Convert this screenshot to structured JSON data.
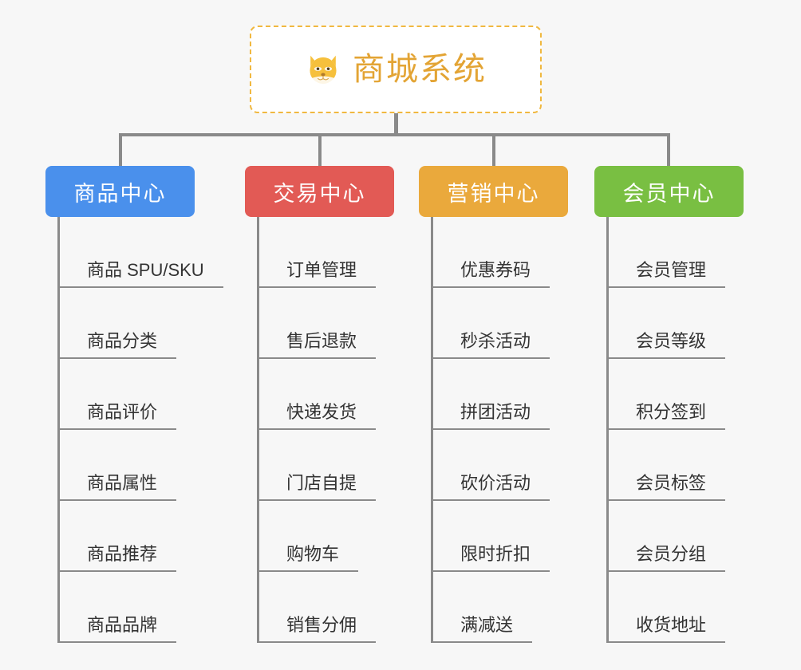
{
  "diagram": {
    "type": "mindmap-org-chart",
    "background_color": "#f7f7f7",
    "root": {
      "title": "商城系统",
      "icon": "shiba-dog-face-emoji",
      "text_color": "#e3a434",
      "border_color": "#f0b840",
      "fill_color": "#ffffff"
    },
    "connector_color": "#8a8a8a",
    "branches": [
      {
        "label": "商品中心",
        "color": "#4a90ec",
        "items": [
          "商品 SPU/SKU",
          "商品分类",
          "商品评价",
          "商品属性",
          "商品推荐",
          "商品品牌"
        ]
      },
      {
        "label": "交易中心",
        "color": "#e25a55",
        "items": [
          "订单管理",
          "售后退款",
          "快递发货",
          "门店自提",
          "购物车",
          "销售分佣"
        ]
      },
      {
        "label": "营销中心",
        "color": "#eaa93c",
        "items": [
          "优惠券码",
          "秒杀活动",
          "拼团活动",
          "砍价活动",
          "限时折扣",
          "满减送"
        ]
      },
      {
        "label": "会员中心",
        "color": "#79bf42",
        "items": [
          "会员管理",
          "会员等级",
          "积分签到",
          "会员标签",
          "会员分组",
          "收货地址"
        ]
      }
    ]
  }
}
